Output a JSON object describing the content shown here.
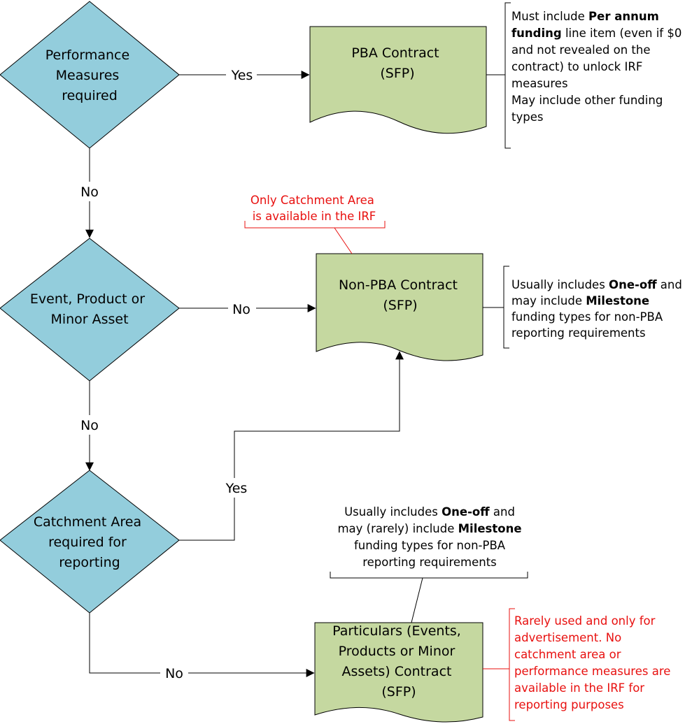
{
  "colors": {
    "decision_fill": "#93cddc",
    "document_fill": "#c5d8a0",
    "stroke": "#000000",
    "note_red": "#e8100f"
  },
  "decisions": [
    {
      "lines": [
        "Performance",
        "Measures",
        "required"
      ]
    },
    {
      "lines": [
        "Event, Product or",
        "Minor Asset"
      ]
    },
    {
      "lines": [
        "Catchment Area",
        "required for",
        "reporting"
      ]
    }
  ],
  "documents": [
    {
      "lines": [
        "PBA Contract",
        "(SFP)"
      ]
    },
    {
      "lines": [
        "Non-PBA Contract",
        "(SFP)"
      ]
    },
    {
      "lines": [
        "Particulars (Events,",
        "Products or Minor",
        "Assets) Contract",
        "(SFP)"
      ]
    }
  ],
  "edges": {
    "d1_yes": "Yes",
    "d1_no": "No",
    "d2_no_right": "No",
    "d2_no_down": "No",
    "d3_yes": "Yes",
    "d3_no": "No"
  },
  "notes": {
    "pba": [
      [
        {
          "t": "Must include "
        },
        {
          "t": "Per annum",
          "b": true
        }
      ],
      [
        {
          "t": "funding",
          "b": true
        },
        {
          "t": " line item (even if $0"
        }
      ],
      [
        {
          "t": "and not revealed on the"
        }
      ],
      [
        {
          "t": "contract) to unlock IRF"
        }
      ],
      [
        {
          "t": "measures"
        }
      ],
      [
        {
          "t": ""
        }
      ],
      [
        {
          "t": "May include other funding"
        }
      ],
      [
        {
          "t": "types"
        }
      ]
    ],
    "catchment_only": [
      "Only Catchment Area",
      "is available in the IRF"
    ],
    "non_pba": [
      [
        {
          "t": "Usually includes "
        },
        {
          "t": "One-off",
          "b": true
        },
        {
          "t": " and"
        }
      ],
      [
        {
          "t": "may include "
        },
        {
          "t": "Milestone",
          "b": true
        }
      ],
      [
        {
          "t": "funding types for non-PBA"
        }
      ],
      [
        {
          "t": "reporting requirements"
        }
      ]
    ],
    "particulars_top": [
      [
        {
          "t": "Usually includes "
        },
        {
          "t": "One-off",
          "b": true
        },
        {
          "t": " and"
        }
      ],
      [
        {
          "t": "may (rarely) include "
        },
        {
          "t": "Milestone",
          "b": true
        }
      ],
      [
        {
          "t": "funding types for non-PBA"
        }
      ],
      [
        {
          "t": "reporting requirements"
        }
      ]
    ],
    "rarely_used": [
      "Rarely used and only for",
      "advertisement. No",
      "catchment area or",
      "performance measures are",
      "available in the IRF for",
      "reporting purposes"
    ]
  }
}
